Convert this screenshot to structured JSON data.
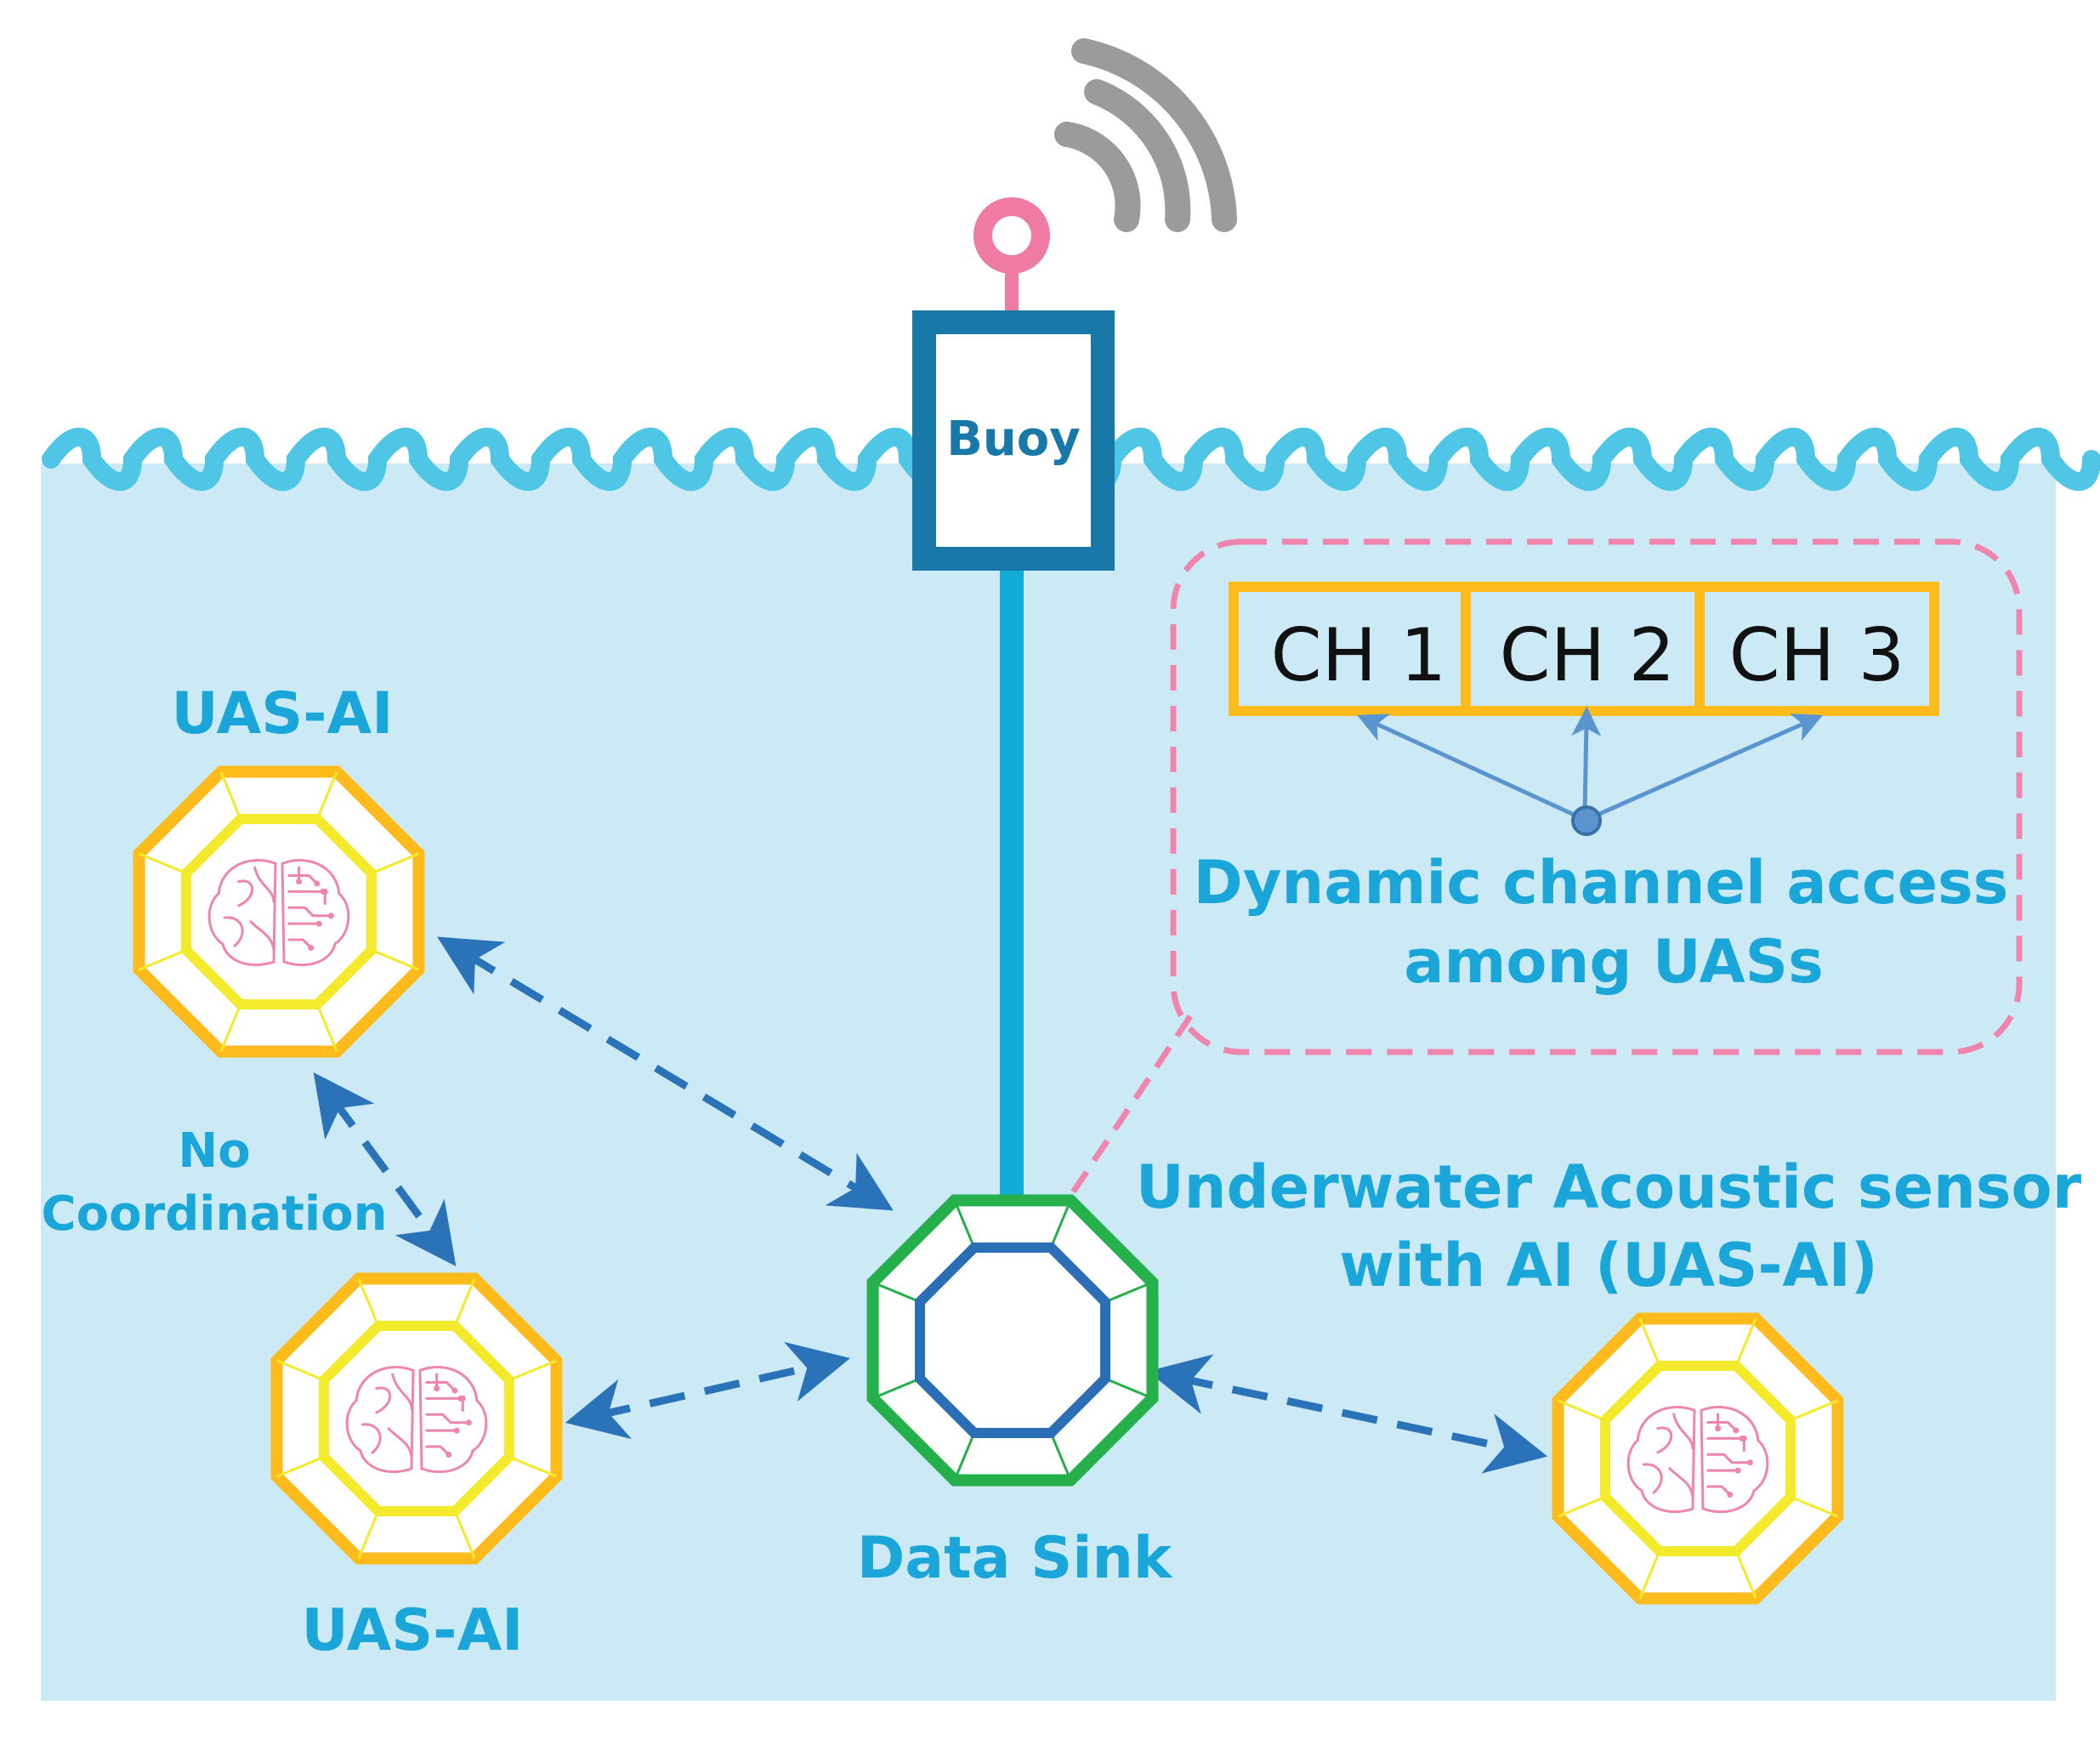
{
  "labels": {
    "buoy": "Buoy",
    "channels": [
      "CH 1",
      "CH 2",
      "CH 3"
    ],
    "dca_line1": "Dynamic channel access",
    "dca_line2": "among UASs",
    "uas_top": "UAS-AI",
    "uas_bottom": "UAS-AI",
    "no_coord_line1": "No",
    "no_coord_line2": "Coordination",
    "sensor_line1": "Underwater Acoustic sensor",
    "sensor_line2": "with AI (UAS-AI)",
    "data_sink": "Data Sink"
  },
  "colors": {
    "water": "#cbeaf6",
    "wave": "#4fc6e6",
    "buoy_frame": "#1879a8",
    "cable": "#12acd9",
    "antenna": "#ef7aa2",
    "signal": "#9b9b9b",
    "channel_border": "#ffba1c",
    "dashed_box": "#ef85ad",
    "arrow": "#2a73b9",
    "label": "#1aa6d8",
    "sink_outer": "#26b04c",
    "sink_inner": "#2a6fb5",
    "uas_outer": "#ffba1c",
    "uas_inner": "#f2ea2a",
    "brain": "#ef85ad"
  }
}
